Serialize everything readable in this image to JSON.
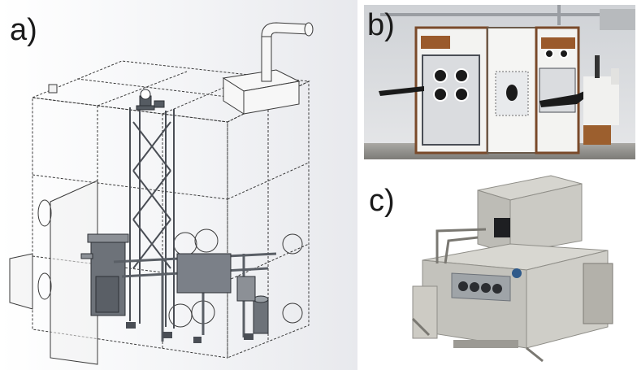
{
  "figure": {
    "panels": [
      {
        "label": "a)",
        "kind": "cad-wireframe-drawing"
      },
      {
        "label": "b)",
        "kind": "photo-glovebox-front"
      },
      {
        "label": "c)",
        "kind": "render-glovebox-3d"
      }
    ]
  },
  "colors": {
    "wire": "#3a3a3a",
    "grey_bg": "#e9eaee",
    "panel_white": "#f3f3f1",
    "frame_brown": "#7a4a2a",
    "steel_dark": "#5a5f66",
    "steel_light": "#b9bcbf",
    "machine_body": "#c9c8c2"
  }
}
